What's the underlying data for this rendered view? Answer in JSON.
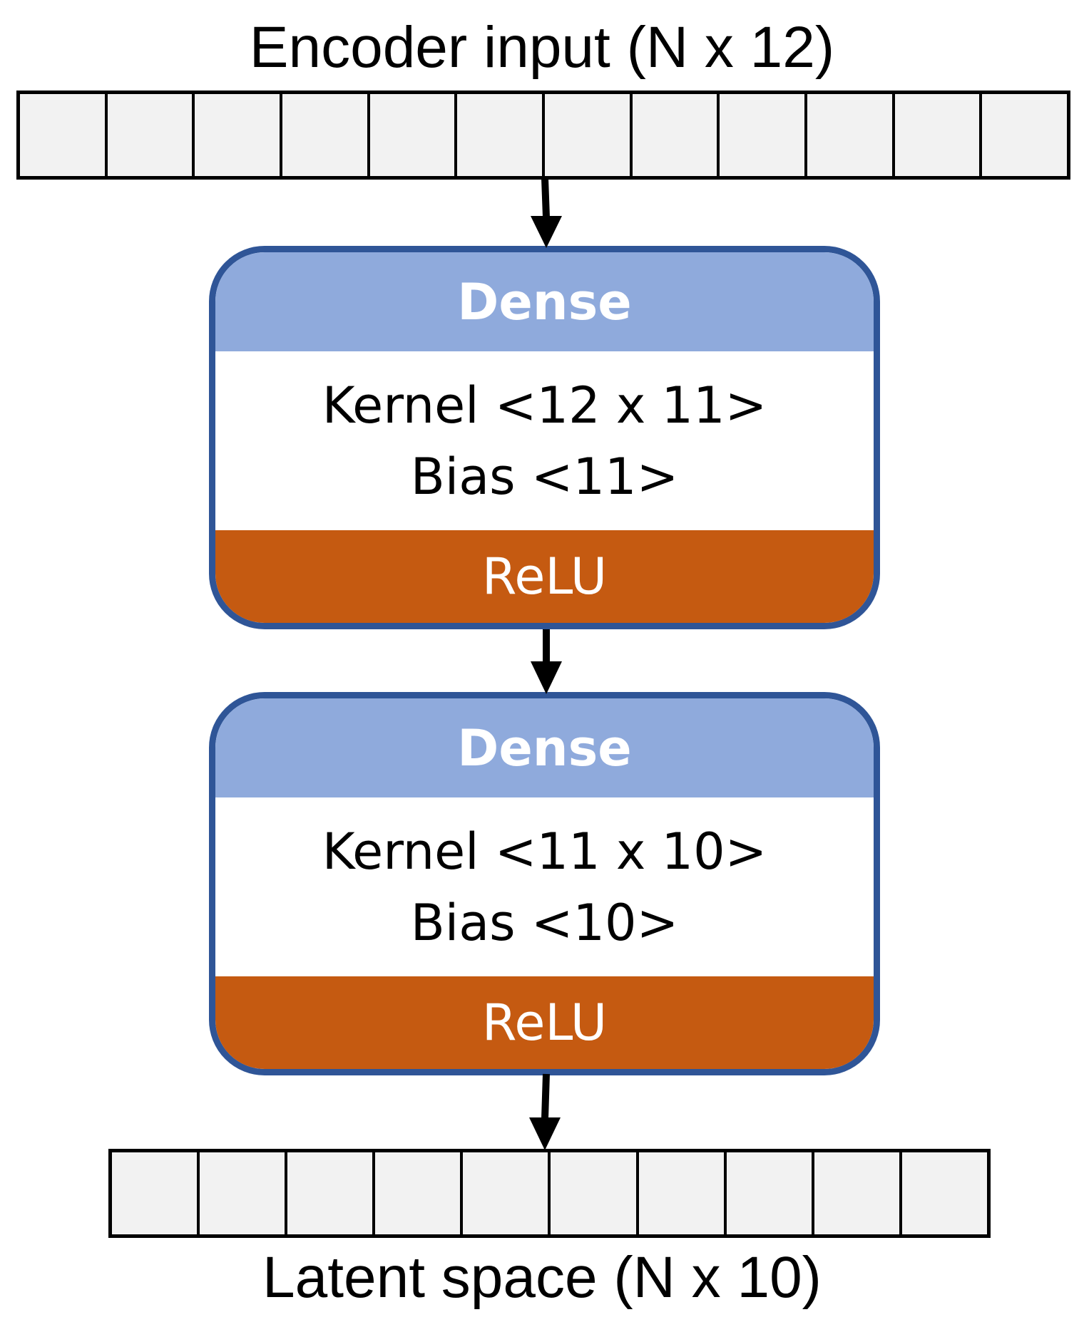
{
  "input": {
    "title": "Encoder input (N x 12)",
    "cell_count": 12
  },
  "layers": [
    {
      "header": "Dense",
      "kernel": "Kernel <12 x 11>",
      "bias": "Bias <11>",
      "activation": "ReLU"
    },
    {
      "header": "Dense",
      "kernel": "Kernel <11 x 10>",
      "bias": "Bias <10>",
      "activation": "ReLU"
    }
  ],
  "output": {
    "title": "Latent space (N x 10)",
    "cell_count": 10
  },
  "colors": {
    "layer_header": "#8faadc",
    "layer_border": "#2f5597",
    "activation": "#c55a11",
    "vector_cell": "#f2f2f2"
  }
}
